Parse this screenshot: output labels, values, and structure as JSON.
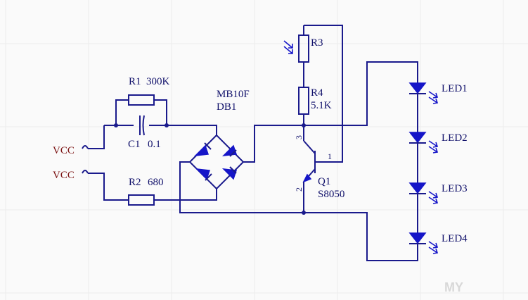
{
  "vcc_labels": [
    "VCC",
    "VCC"
  ],
  "components": {
    "r1": {
      "ref": "R1",
      "value": "300K"
    },
    "c1": {
      "ref": "C1",
      "value": "0.1"
    },
    "r2": {
      "ref": "R2",
      "value": "680"
    },
    "db1": {
      "part": "MB10F",
      "ref": "DB1"
    },
    "r3": {
      "ref": "R3"
    },
    "r4": {
      "ref": "R4",
      "value": "5.1K"
    },
    "q1": {
      "ref": "Q1",
      "part": "S8050",
      "pins": [
        "1",
        "2",
        "3"
      ]
    },
    "leds": [
      "LED1",
      "LED2",
      "LED3",
      "LED4"
    ]
  },
  "watermark": "MY",
  "colors": {
    "wire": "#1a1a8c",
    "diode": "#1515c8",
    "vcc": "#7a1010",
    "background": "#fafafa"
  }
}
